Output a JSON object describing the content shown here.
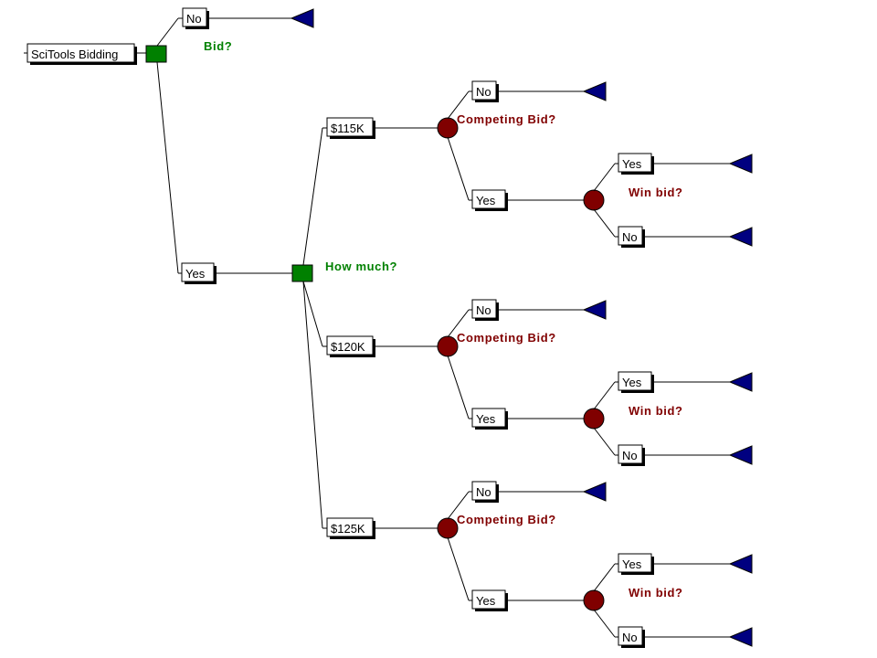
{
  "root": {
    "label": "SciTools Bidding"
  },
  "colors": {
    "decision": "#008000",
    "chance": "#800000",
    "terminal": "#000080",
    "decision_text": "#008000",
    "chance_text": "#800000"
  },
  "bid_decision": {
    "question": "Bid?",
    "no_label": "No",
    "yes_label": "Yes"
  },
  "amount_decision": {
    "question": "How much?",
    "options": [
      {
        "label": "$115K",
        "competing": {
          "question": "Competing Bid?",
          "no_label": "No",
          "yes_label": "Yes",
          "win": {
            "question": "Win bid?",
            "yes_label": "Yes",
            "no_label": "No"
          }
        }
      },
      {
        "label": "$120K",
        "competing": {
          "question": "Competing Bid?",
          "no_label": "No",
          "yes_label": "Yes",
          "win": {
            "question": "Win bid?",
            "yes_label": "Yes",
            "no_label": "No"
          }
        }
      },
      {
        "label": "$125K",
        "competing": {
          "question": "Competing Bid?",
          "no_label": "No",
          "yes_label": "Yes",
          "win": {
            "question": "Win bid?",
            "yes_label": "Yes",
            "no_label": "No"
          }
        }
      }
    ]
  }
}
